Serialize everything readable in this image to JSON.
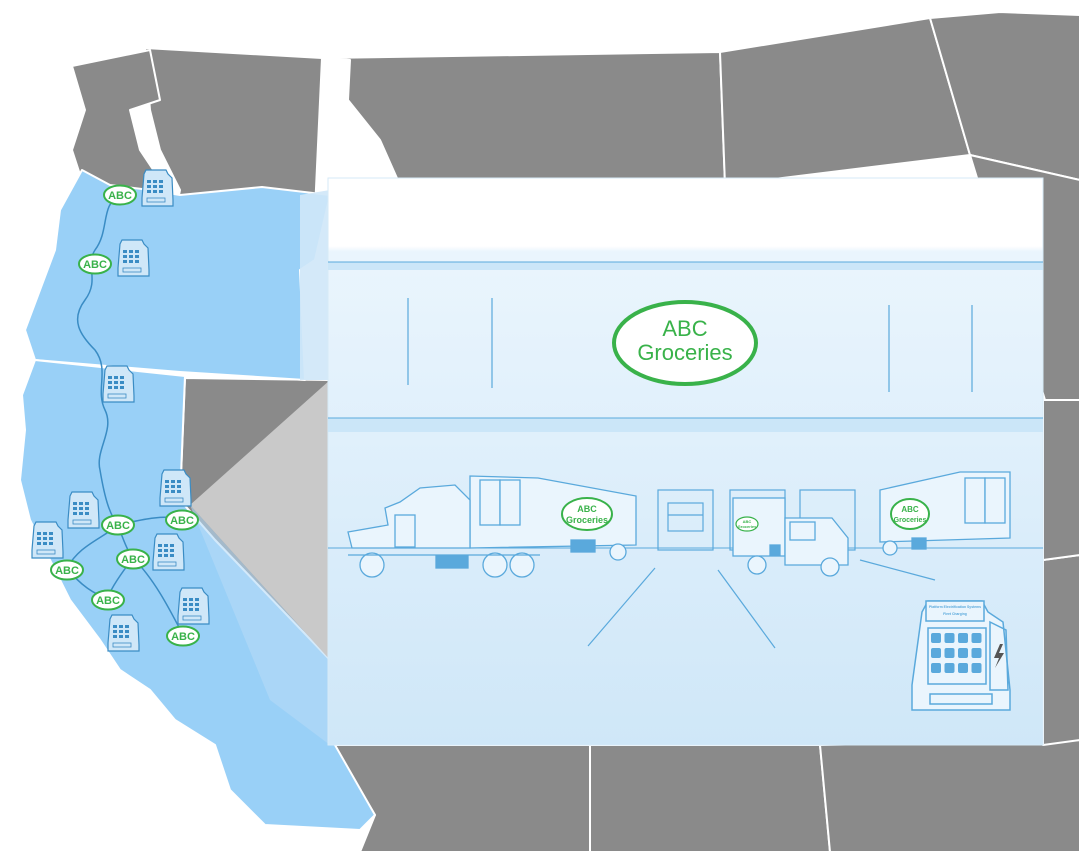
{
  "map": {
    "colors": {
      "state_fill": "#8a8a8a",
      "state_border": "#ffffff",
      "highlight_fill": "#99d0f7",
      "route_line": "#3a8cc4",
      "zoom_wedge": "#c9c9c9"
    },
    "labels": {
      "store": "ABC"
    },
    "stores": [
      {
        "name": "ABC"
      },
      {
        "name": "ABC"
      },
      {
        "name": "ABC"
      },
      {
        "name": "ABC"
      },
      {
        "name": "ABC"
      },
      {
        "name": "ABC"
      },
      {
        "name": "ABC"
      },
      {
        "name": "ABC"
      }
    ],
    "charger_icon": "ev-charging-station-icon"
  },
  "inset": {
    "store_sign_line1": "ABC",
    "store_sign_line2": "Groceries",
    "truck_logo_line1": "ABC",
    "truck_logo_line2": "Groceries",
    "van_logo_line1": "ABC",
    "van_logo_line2": "Groceries",
    "charger_header": "Platform Electrification Systems",
    "charger_subheader": "Fleet Charging",
    "colors": {
      "panel_bg": "#e8f4fc",
      "line_art": "#5aa9dc",
      "brand_green": "#39b24a"
    }
  }
}
